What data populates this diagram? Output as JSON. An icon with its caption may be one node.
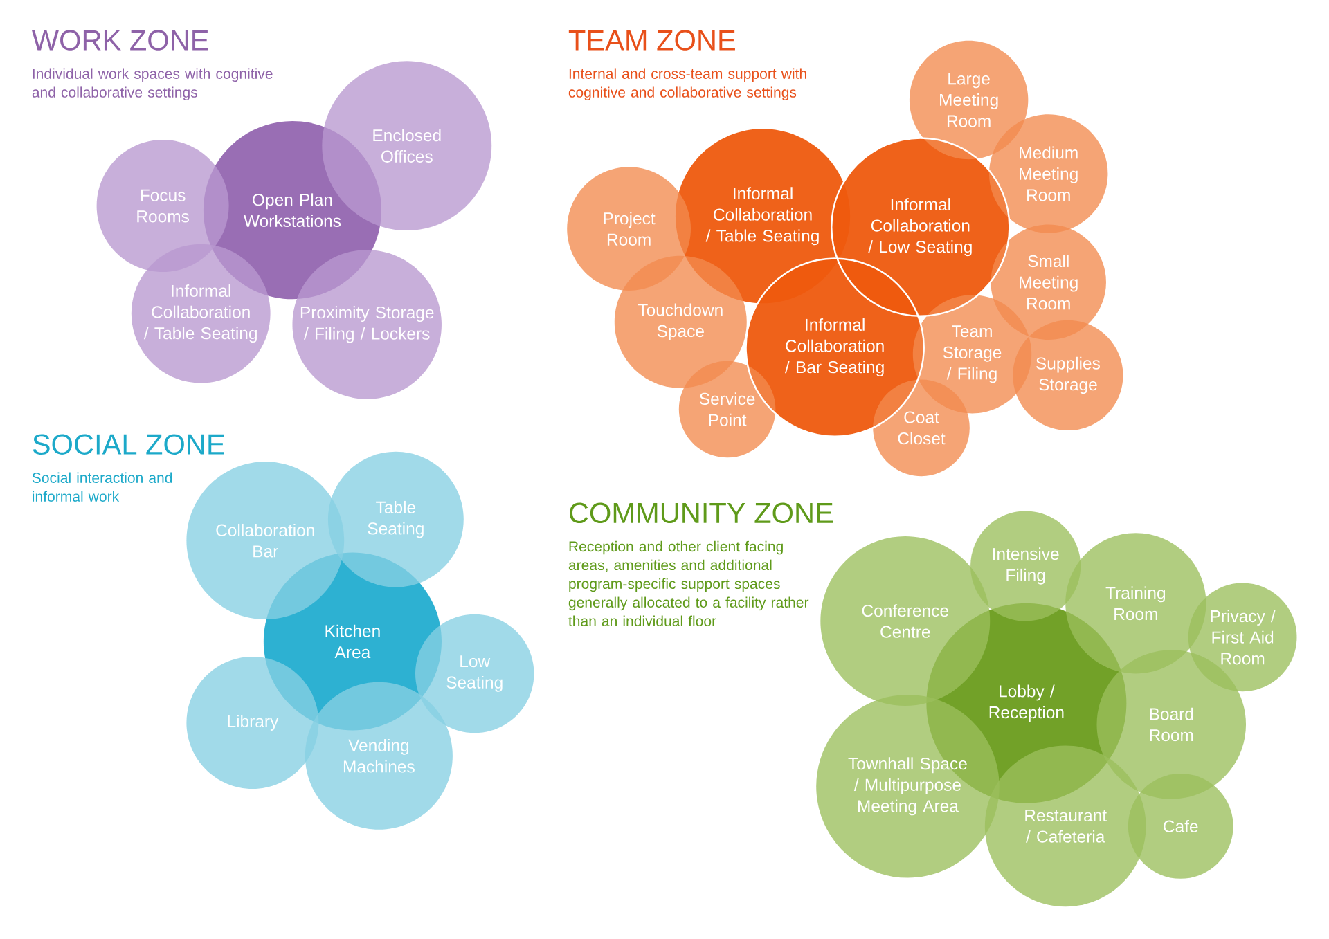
{
  "diagram": {
    "nodes": [
      {
        "text": [
          "Enclosed Offices"
        ]
      },
      {
        "text": [
          "Focus Rooms"
        ]
      },
      {
        "text": [
          "Open Plan Workstations"
        ]
      },
      {
        "text": [
          "Informal Collaboration / Table Seating"
        ]
      },
      {
        "text": [
          "Proximity Storage / Filing / Lockers"
        ]
      },
      {
        "text": [
          "Large Meeting Room"
        ]
      },
      {
        "text": [
          "Medium Meeting Room"
        ]
      },
      {
        "text": [
          "Project Room"
        ]
      },
      {
        "text": [
          "Informal Collaboration / Table Seating"
        ]
      },
      {
        "text": [
          "Informal Collaboration / Low Seating"
        ]
      },
      {
        "text": [
          "Small Meeting Room"
        ]
      },
      {
        "text": [
          "Touchdown Space"
        ]
      },
      {
        "text": [
          "Informal Collaboration / Bar Seating"
        ]
      },
      {
        "text": [
          "Team Storage / Filing"
        ]
      },
      {
        "text": [
          "Supplies Storage"
        ]
      },
      {
        "text": [
          "Service Point"
        ]
      },
      {
        "text": [
          "Coat Closet"
        ]
      },
      {
        "text": [
          "Table Seating"
        ]
      },
      {
        "text": [
          "Collaboration Bar"
        ]
      },
      {
        "text": [
          "Kitchen Area"
        ]
      },
      {
        "text": [
          "Low Seating"
        ]
      },
      {
        "text": [
          "Library"
        ]
      },
      {
        "text": [
          "Vending Machines"
        ]
      },
      {
        "text": [
          "Intensive Filing"
        ]
      },
      {
        "text": [
          "Training Room"
        ]
      },
      {
        "text": [
          "Conference Centre"
        ]
      },
      {
        "text": [
          "Privacy / First Aid Room"
        ]
      },
      {
        "text": [
          "Lobby / Reception"
        ]
      },
      {
        "text": [
          "Board Room"
        ]
      },
      {
        "text": [
          "Townhall Space / Multipurpose Meeting Area"
        ]
      },
      {
        "text": [
          "Restaurant / Cafeteria"
        ]
      },
      {
        "text": [
          "Cafe"
        ]
      }
    ],
    "labels": [
      "WORK ZONE",
      "Individual work spaces with cognitive and collaborative settings",
      "TEAM ZONE",
      "Internal and cross-team support with cognitive and collaborative settings",
      "SOCIAL ZONE",
      "Social interaction and informal work",
      "COMMUNITY ZONE",
      "Reception and other client facing areas, amenities and additional program-specific support spaces generally allocated to a facility rather than an individual floor"
    ]
  }
}
